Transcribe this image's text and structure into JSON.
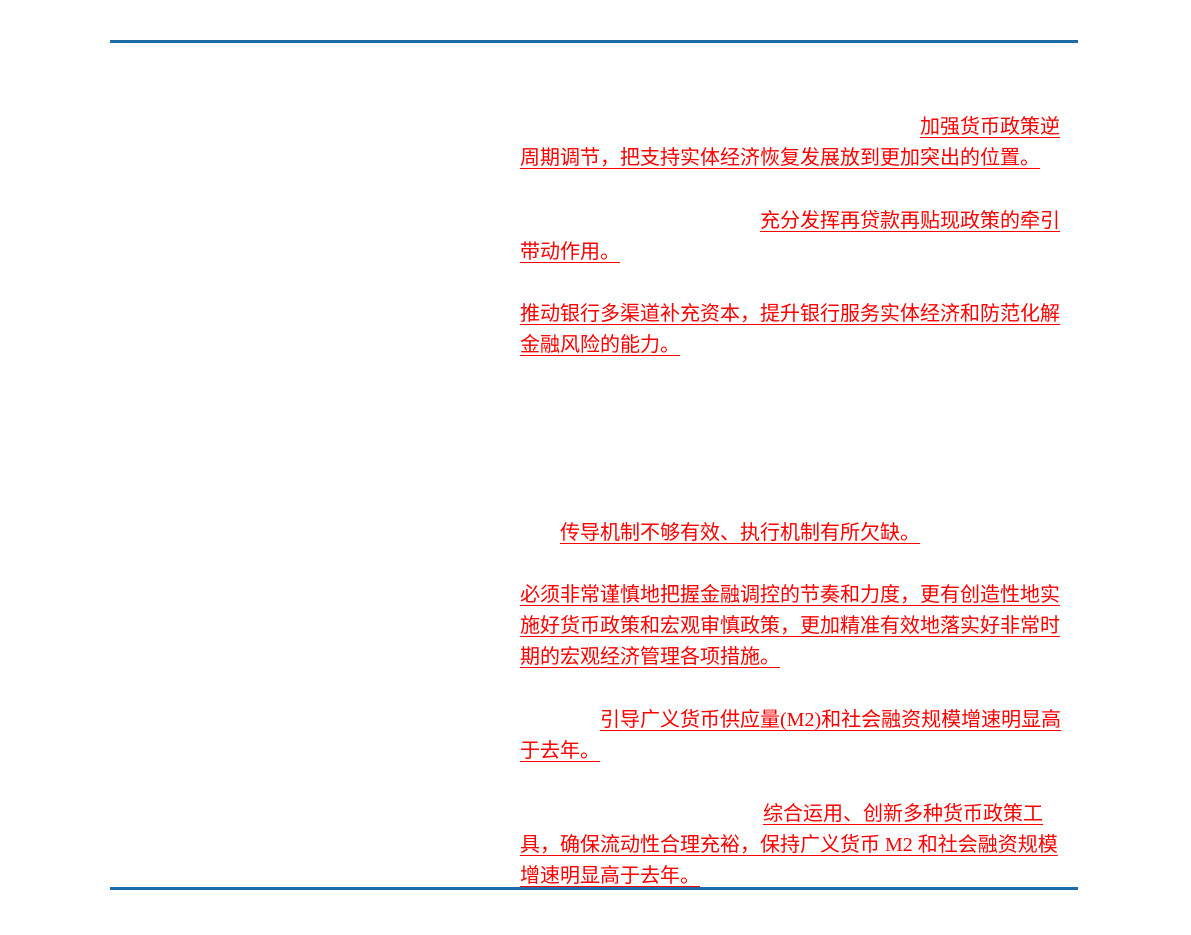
{
  "colors": {
    "page_background": "#ffffff",
    "divider_rule": "#1b6ca8",
    "highlight_text": "#ff0000"
  },
  "content": {
    "paragraphs": [
      {
        "lines": [
          "加强货币政策逆",
          "周期调节，把支持实体经济恢复发展放到更加突出的位置。"
        ]
      },
      {
        "lines": [
          "充分发挥再贷款再贴现政策的牵引",
          "带动作用。"
        ]
      },
      {
        "lines": [
          "推动银行多渠道补充资本，提升银行服务实体经济和防范化解",
          "金融风险的能力。"
        ]
      },
      {
        "lines": [
          "传导机制不够有效、执行机制有所欠缺。"
        ]
      },
      {
        "lines": [
          "必须非常谨慎地把握金融调控的节奏和力度，更有创造性地实",
          "施好货币政策和宏观审慎政策，更加精准有效地落实好非常时",
          "期的宏观经济管理各项措施。"
        ]
      },
      {
        "lines": [
          "引导广义货币供应量(M2)和社会融资规模增速明显高",
          "于去年。"
        ]
      },
      {
        "lines": [
          "综合运用、创新多种货币政策工",
          "具，确保流动性合理充裕，保持广义货币 M2 和社会融资规模",
          "增速明显高于去年。"
        ]
      }
    ]
  }
}
